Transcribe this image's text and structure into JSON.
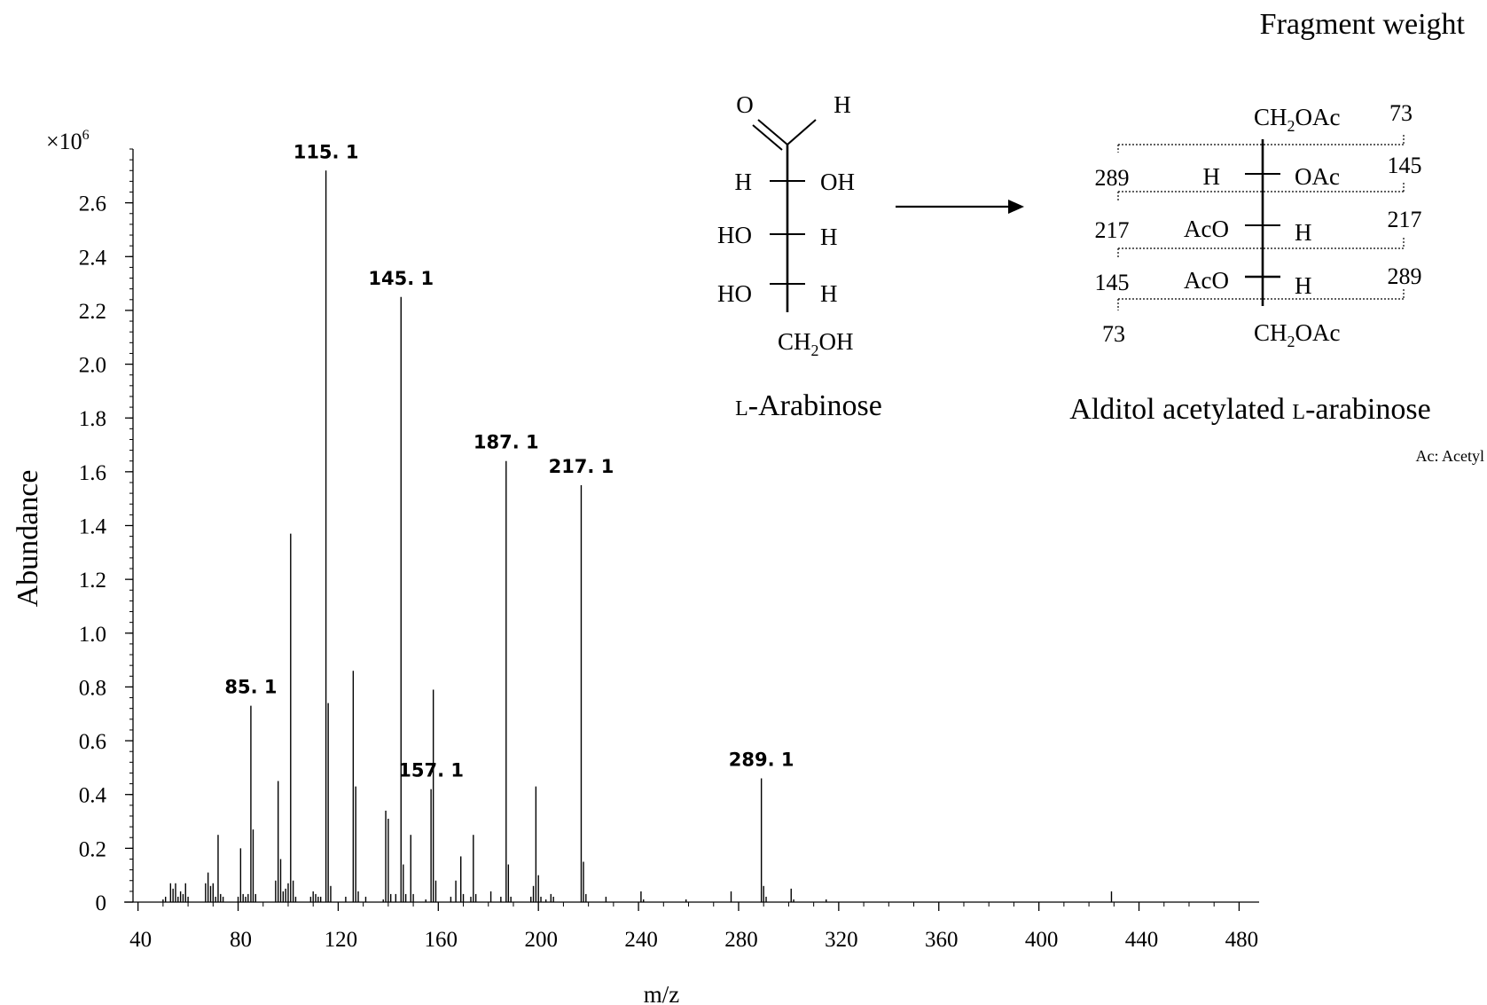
{
  "header": {
    "fragment_weight_label": "Fragment weight"
  },
  "chart_data": {
    "type": "bar",
    "subtype": "mass-spectrum",
    "xlabel": "m/z",
    "ylabel": "Abundance",
    "y_multiplier": "×10",
    "y_multiplier_exp": "6",
    "xlim": [
      38,
      488
    ],
    "ylim": [
      0,
      2.8
    ],
    "x_ticks": [
      40,
      80,
      120,
      160,
      200,
      240,
      280,
      320,
      360,
      400,
      440,
      480
    ],
    "y_ticks": [
      0,
      0.2,
      0.4,
      0.6,
      0.8,
      1.0,
      1.2,
      1.4,
      1.6,
      1.8,
      2.0,
      2.2,
      2.4,
      2.6
    ],
    "y_tick_labels": [
      "0",
      "0.2",
      "0.4",
      "0.6",
      "0.8",
      "1.0",
      "1.2",
      "1.4",
      "1.6",
      "1.8",
      "2.0",
      "2.2",
      "2.4",
      "2.6"
    ],
    "grid": false,
    "peaks": [
      {
        "x": 50,
        "y": 0.01
      },
      {
        "x": 51,
        "y": 0.02
      },
      {
        "x": 53,
        "y": 0.07
      },
      {
        "x": 54,
        "y": 0.05
      },
      {
        "x": 55,
        "y": 0.07
      },
      {
        "x": 56,
        "y": 0.02
      },
      {
        "x": 57,
        "y": 0.04
      },
      {
        "x": 58,
        "y": 0.03
      },
      {
        "x": 59,
        "y": 0.07
      },
      {
        "x": 60,
        "y": 0.02
      },
      {
        "x": 67,
        "y": 0.07
      },
      {
        "x": 68,
        "y": 0.11
      },
      {
        "x": 69,
        "y": 0.06
      },
      {
        "x": 70,
        "y": 0.07
      },
      {
        "x": 71,
        "y": 0.02
      },
      {
        "x": 72,
        "y": 0.25
      },
      {
        "x": 73,
        "y": 0.03
      },
      {
        "x": 74,
        "y": 0.02
      },
      {
        "x": 80,
        "y": 0.02
      },
      {
        "x": 81,
        "y": 0.2
      },
      {
        "x": 82,
        "y": 0.03
      },
      {
        "x": 83,
        "y": 0.02
      },
      {
        "x": 84,
        "y": 0.03
      },
      {
        "x": 85.1,
        "y": 0.73
      },
      {
        "x": 86,
        "y": 0.27
      },
      {
        "x": 87,
        "y": 0.03
      },
      {
        "x": 95,
        "y": 0.08
      },
      {
        "x": 96,
        "y": 0.45
      },
      {
        "x": 97,
        "y": 0.16
      },
      {
        "x": 98,
        "y": 0.04
      },
      {
        "x": 99,
        "y": 0.05
      },
      {
        "x": 100,
        "y": 0.07
      },
      {
        "x": 101,
        "y": 1.37
      },
      {
        "x": 102,
        "y": 0.08
      },
      {
        "x": 103,
        "y": 0.02
      },
      {
        "x": 109,
        "y": 0.02
      },
      {
        "x": 110,
        "y": 0.04
      },
      {
        "x": 111,
        "y": 0.03
      },
      {
        "x": 112,
        "y": 0.02
      },
      {
        "x": 113,
        "y": 0.02
      },
      {
        "x": 115.1,
        "y": 2.72
      },
      {
        "x": 116,
        "y": 0.74
      },
      {
        "x": 117,
        "y": 0.06
      },
      {
        "x": 123,
        "y": 0.02
      },
      {
        "x": 126,
        "y": 0.86
      },
      {
        "x": 127,
        "y": 0.43
      },
      {
        "x": 128,
        "y": 0.04
      },
      {
        "x": 131,
        "y": 0.02
      },
      {
        "x": 138,
        "y": 0.01
      },
      {
        "x": 139,
        "y": 0.34
      },
      {
        "x": 140,
        "y": 0.31
      },
      {
        "x": 141,
        "y": 0.03
      },
      {
        "x": 143,
        "y": 0.03
      },
      {
        "x": 145.1,
        "y": 2.25
      },
      {
        "x": 146,
        "y": 0.14
      },
      {
        "x": 147,
        "y": 0.03
      },
      {
        "x": 149,
        "y": 0.25
      },
      {
        "x": 150,
        "y": 0.03
      },
      {
        "x": 155,
        "y": 0.01
      },
      {
        "x": 157.1,
        "y": 0.42
      },
      {
        "x": 158,
        "y": 0.79
      },
      {
        "x": 159,
        "y": 0.08
      },
      {
        "x": 165,
        "y": 0.02
      },
      {
        "x": 167,
        "y": 0.08
      },
      {
        "x": 169,
        "y": 0.17
      },
      {
        "x": 170,
        "y": 0.03
      },
      {
        "x": 173,
        "y": 0.02
      },
      {
        "x": 174,
        "y": 0.25
      },
      {
        "x": 175,
        "y": 0.03
      },
      {
        "x": 181,
        "y": 0.04
      },
      {
        "x": 185,
        "y": 0.02
      },
      {
        "x": 187.1,
        "y": 1.64
      },
      {
        "x": 188,
        "y": 0.14
      },
      {
        "x": 189,
        "y": 0.02
      },
      {
        "x": 197,
        "y": 0.02
      },
      {
        "x": 198,
        "y": 0.06
      },
      {
        "x": 199,
        "y": 0.43
      },
      {
        "x": 200,
        "y": 0.1
      },
      {
        "x": 201,
        "y": 0.02
      },
      {
        "x": 203,
        "y": 0.01
      },
      {
        "x": 205,
        "y": 0.03
      },
      {
        "x": 206,
        "y": 0.02
      },
      {
        "x": 217.1,
        "y": 1.55
      },
      {
        "x": 218,
        "y": 0.15
      },
      {
        "x": 219,
        "y": 0.03
      },
      {
        "x": 227,
        "y": 0.02
      },
      {
        "x": 241,
        "y": 0.04
      },
      {
        "x": 242,
        "y": 0.01
      },
      {
        "x": 259,
        "y": 0.01
      },
      {
        "x": 277,
        "y": 0.04
      },
      {
        "x": 289.1,
        "y": 0.46
      },
      {
        "x": 290,
        "y": 0.06
      },
      {
        "x": 291,
        "y": 0.02
      },
      {
        "x": 301,
        "y": 0.05
      },
      {
        "x": 302,
        "y": 0.01
      },
      {
        "x": 315,
        "y": 0.01
      },
      {
        "x": 429,
        "y": 0.04
      }
    ],
    "annotations": [
      {
        "x": 85.1,
        "y": 0.73,
        "label": "85. 1"
      },
      {
        "x": 115.1,
        "y": 2.72,
        "label": "115. 1"
      },
      {
        "x": 145.1,
        "y": 2.25,
        "label": "145. 1"
      },
      {
        "x": 157.1,
        "y": 0.42,
        "label": "157. 1"
      },
      {
        "x": 187.1,
        "y": 1.64,
        "label": "187. 1"
      },
      {
        "x": 217.1,
        "y": 1.55,
        "label": "217. 1"
      },
      {
        "x": 289.1,
        "y": 0.46,
        "label": "289. 1"
      }
    ]
  },
  "structure_left": {
    "name_prefix": "L",
    "name_rest": "-Arabinose",
    "top_o": "O",
    "top_h": "H",
    "rows": [
      {
        "left": "H",
        "right": "OH"
      },
      {
        "left": "HO",
        "right": "H"
      },
      {
        "left": "HO",
        "right": "H"
      }
    ],
    "bottom_ch": "CH",
    "bottom_sub": "2",
    "bottom_oh": "OH"
  },
  "structure_right": {
    "name_main": "Alditol acetylated ",
    "name_prefix": "L",
    "name_rest": "-arabinose",
    "note": "Ac: Acetyl",
    "top_ch": "CH",
    "top_sub": "2",
    "top_rest": "OAc",
    "bottom_ch": "CH",
    "bottom_sub": "2",
    "bottom_rest": "OAc",
    "rows": [
      {
        "left": "H",
        "right": "OAc"
      },
      {
        "left": "AcO",
        "right": "H"
      },
      {
        "left": "AcO",
        "right": "H"
      }
    ],
    "left_weights": [
      "289",
      "217",
      "145",
      "73"
    ],
    "right_weights": [
      "73",
      "145",
      "217",
      "289"
    ]
  }
}
